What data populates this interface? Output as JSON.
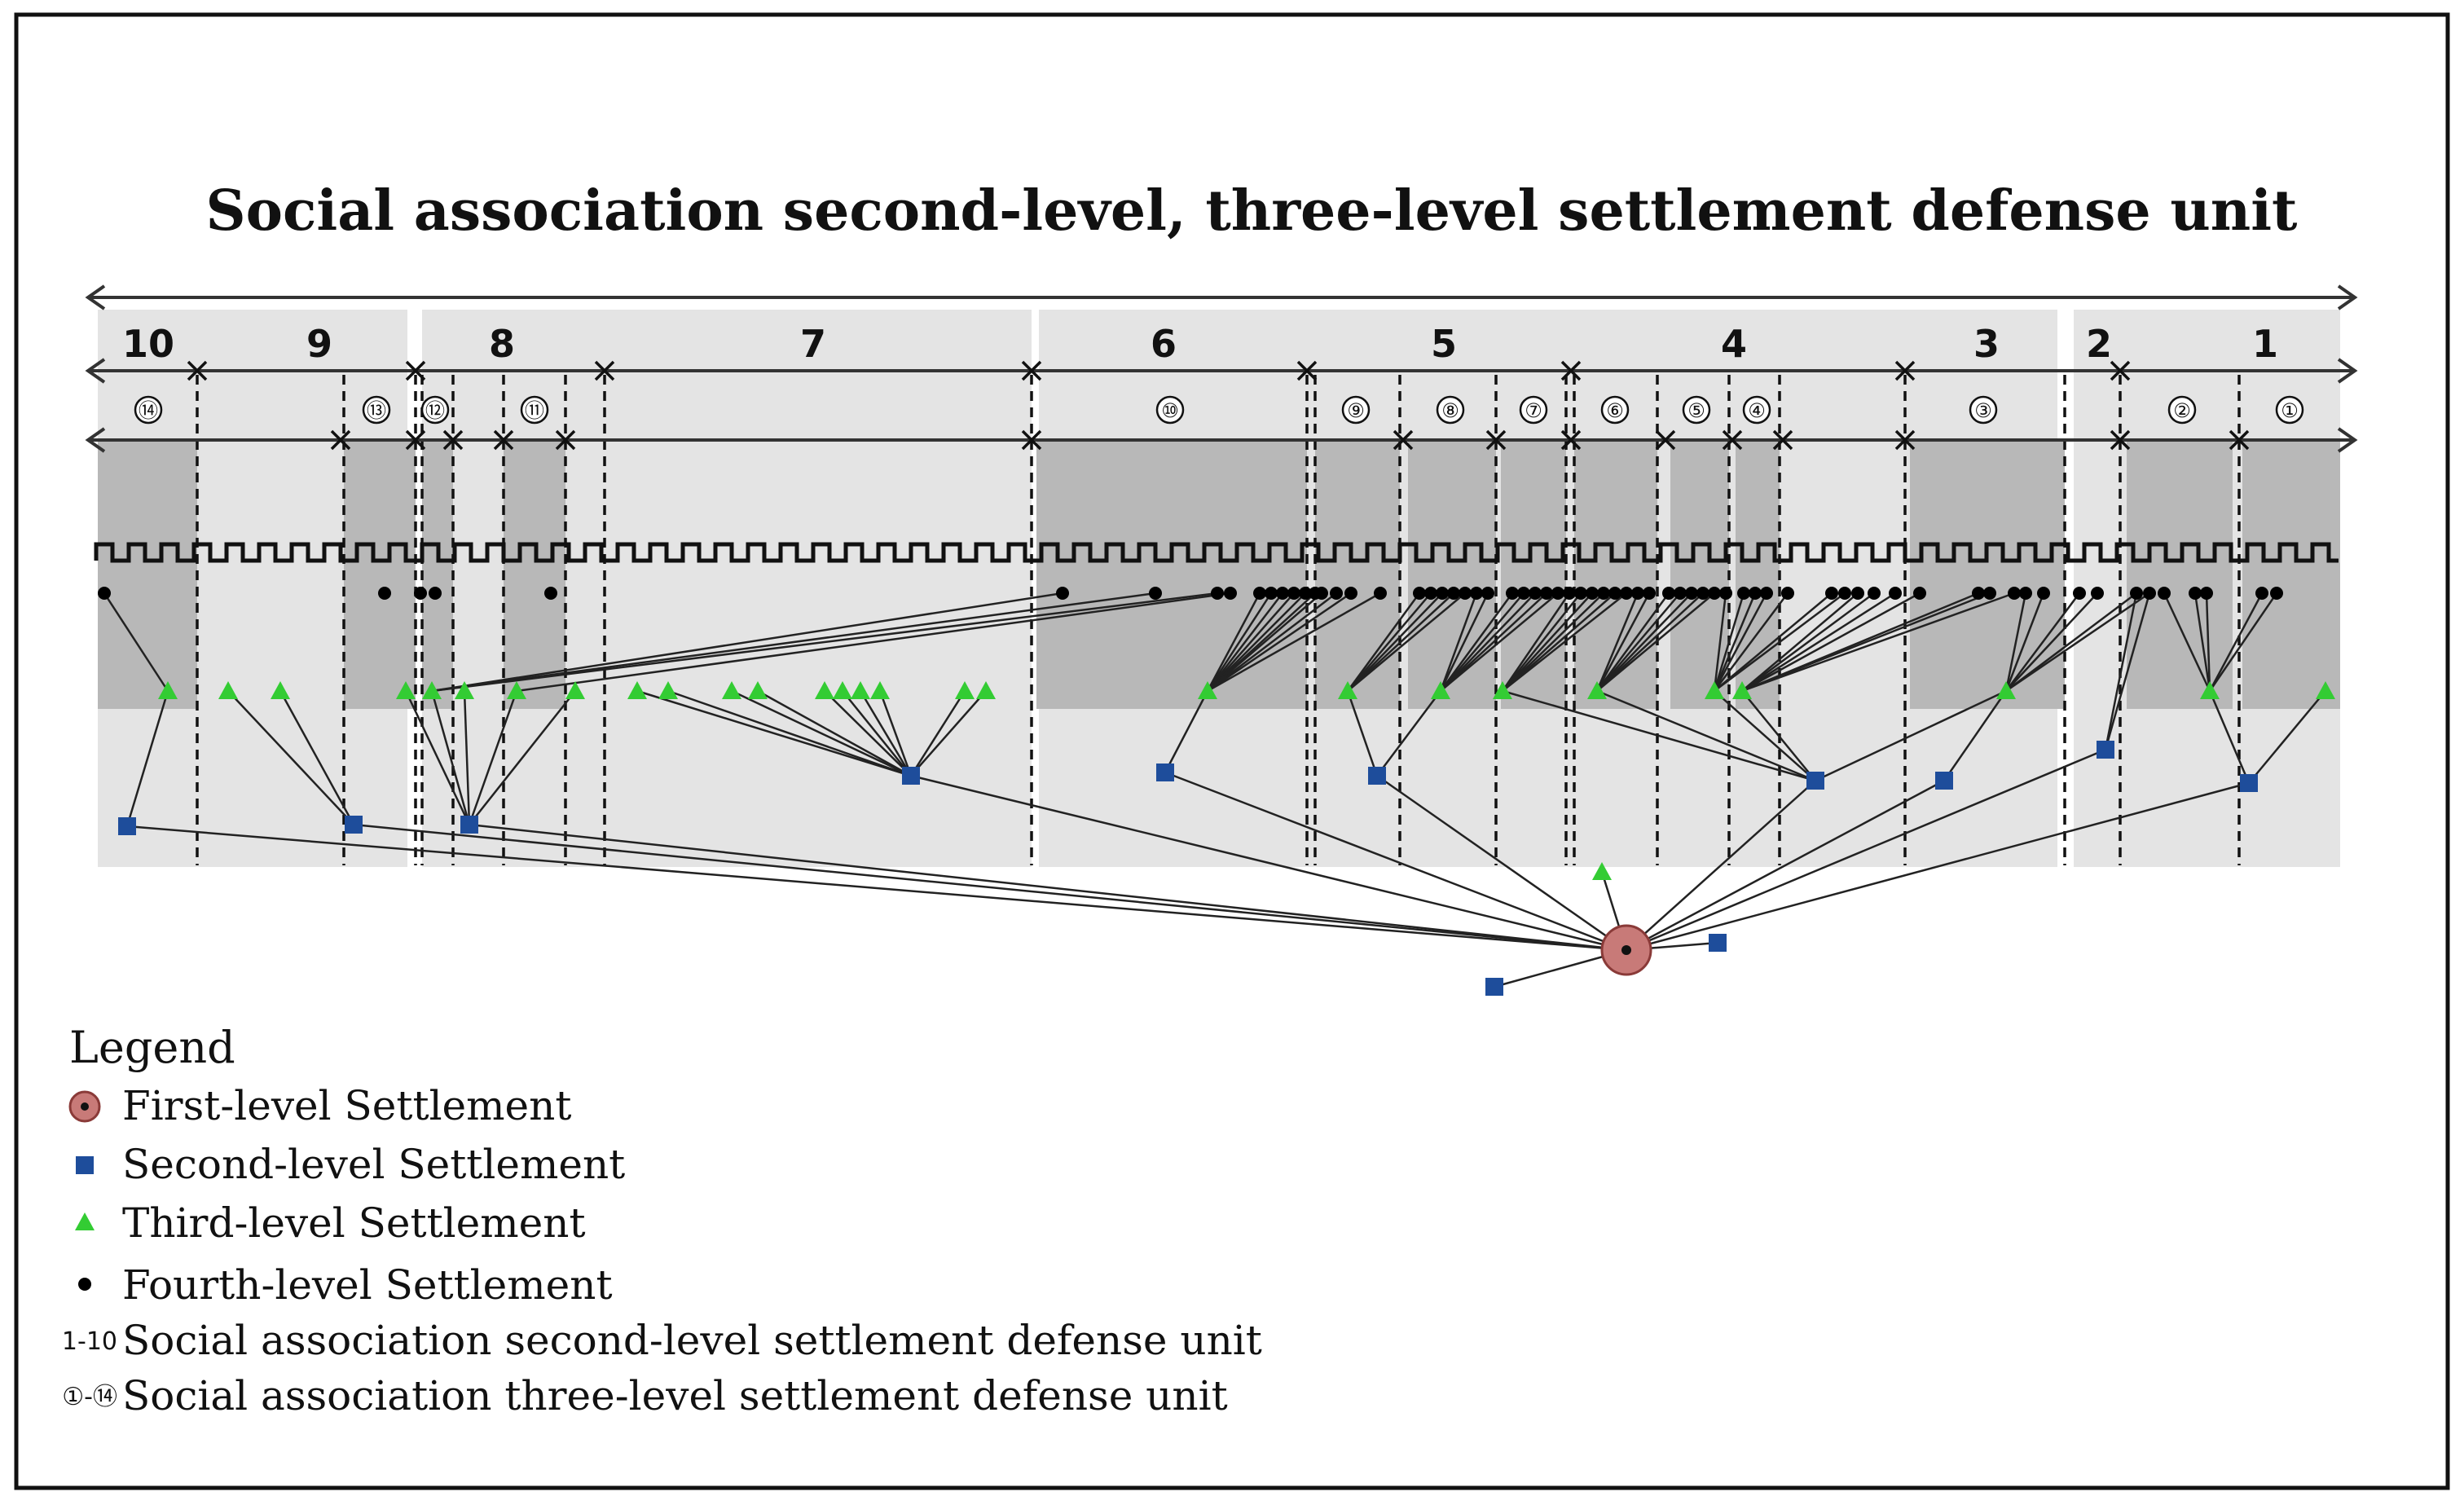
{
  "title": "Social association second-level, three-level settlement defense unit",
  "second_level_units": [
    {
      "label": "10"
    },
    {
      "label": "9"
    },
    {
      "label": "8"
    },
    {
      "label": "7"
    },
    {
      "label": "6"
    },
    {
      "label": "5"
    },
    {
      "label": "4"
    },
    {
      "label": "3"
    },
    {
      "label": "2"
    },
    {
      "label": "1"
    }
  ],
  "third_level_units": [
    {
      "label": "⑭"
    },
    {
      "label": "⑬"
    },
    {
      "label": "⑫"
    },
    {
      "label": "⑪"
    },
    {
      "label": "⑩"
    },
    {
      "label": "⑨"
    },
    {
      "label": "⑧"
    },
    {
      "label": "⑦"
    },
    {
      "label": "⑥"
    },
    {
      "label": "⑤"
    },
    {
      "label": "④"
    },
    {
      "label": "③"
    },
    {
      "label": "②"
    },
    {
      "label": "①"
    }
  ],
  "legend": {
    "title": "Legend",
    "items": [
      {
        "key": "first_level",
        "label": "First-level Settlement"
      },
      {
        "key": "second_level",
        "label": "Second-level Settlement"
      },
      {
        "key": "third_level",
        "label": "Third-level Settlement"
      },
      {
        "key": "fourth_level",
        "label": "Fourth-level Settlement"
      },
      {
        "key": "unit_range_2",
        "symbol": "1-10",
        "label": "Social association second-level settlement defense unit"
      },
      {
        "key": "unit_range_3",
        "symbol": "①-⑭",
        "label": "Social association three-level settlement defense unit"
      }
    ]
  },
  "colors": {
    "first_level": "#c87a78",
    "second_level": "#1e4d9b",
    "third_level": "#33cc33",
    "fourth_level": "#000000",
    "band_light": "#e4e4e4",
    "band_dark": "#b8b8b8"
  }
}
